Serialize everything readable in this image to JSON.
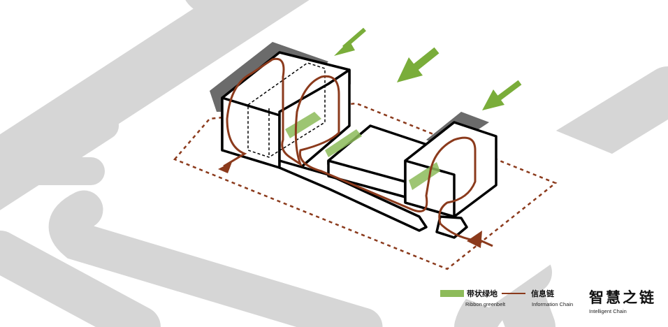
{
  "legend": {
    "greenbelt": {
      "label_cn": "带状绿地",
      "label_en": "Ribbon greenbelt",
      "color": "#8dbb5a"
    },
    "info_chain": {
      "label_cn": "信息链",
      "label_en": "Information Chain",
      "color": "#8b3a1c"
    },
    "title": {
      "label_cn": "智慧之链",
      "label_en": "Intelligent Chain"
    }
  },
  "colors": {
    "road": "#d6d6d6",
    "arrow": "#7aad3a",
    "site_boundary": "#8b3a1c",
    "shadow": "#6b6b6b"
  }
}
